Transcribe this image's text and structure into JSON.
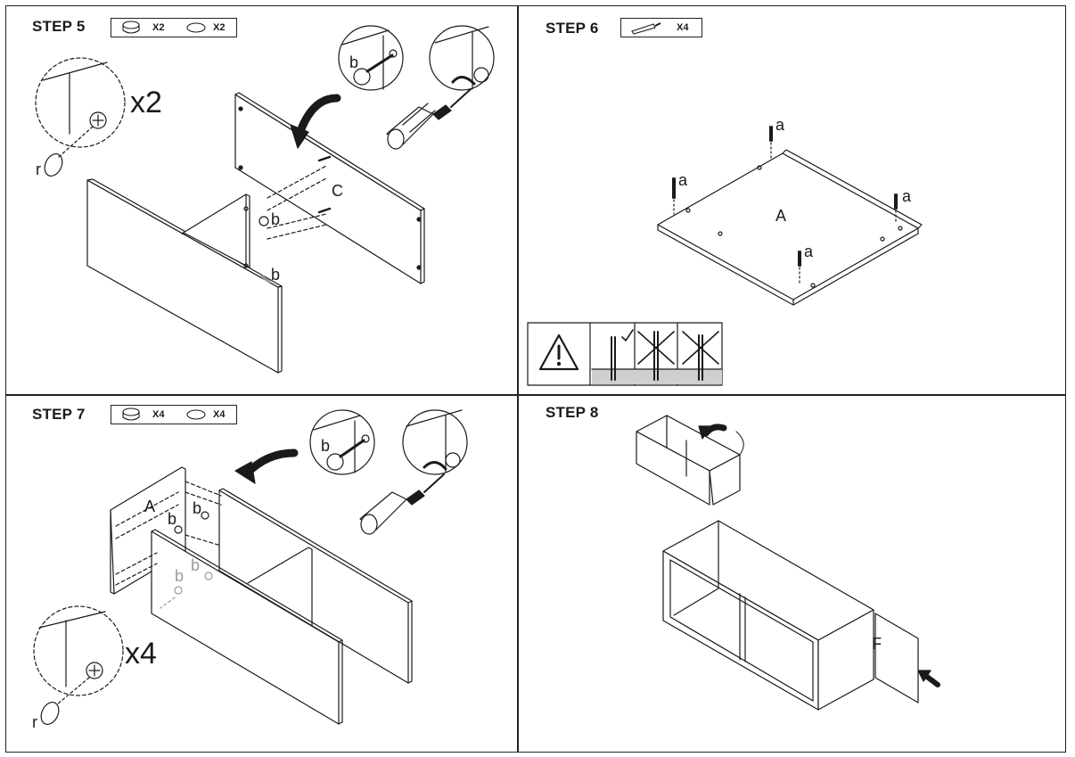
{
  "step5": {
    "title": "STEP 5",
    "qty": [
      {
        "icon": "cam-lock-icon",
        "count": "X2"
      },
      {
        "icon": "cap-cover-icon",
        "count": "X2"
      }
    ],
    "multiplier": "x2",
    "labels": {
      "b1": "b",
      "b2": "b",
      "b3": "b",
      "c": "C",
      "r": "r"
    }
  },
  "step6": {
    "title": "STEP 6",
    "qty": [
      {
        "icon": "dowel-screw-icon",
        "count": "X4"
      }
    ],
    "labels": {
      "a1": "a",
      "a2": "a",
      "a3": "a",
      "a4": "a",
      "A": "A"
    },
    "warning": [
      "warning-triangle-icon",
      "correct-depth-icon",
      "too-loose-crossed-icon",
      "too-deep-crossed-icon"
    ]
  },
  "step7": {
    "title": "STEP 7",
    "qty": [
      {
        "icon": "cam-lock-icon",
        "count": "X4"
      },
      {
        "icon": "cap-cover-icon",
        "count": "X4"
      }
    ],
    "multiplier": "x4",
    "labels": {
      "A": "A",
      "b1": "b",
      "b2": "b",
      "b3": "b",
      "b4": "b",
      "b5": "b",
      "r": "r"
    }
  },
  "step8": {
    "title": "STEP 8",
    "labels": {
      "F": "F"
    }
  },
  "colors": {
    "line": "#1a1a1a",
    "panel": "#ffffff",
    "grey": "#9a9a9a"
  }
}
